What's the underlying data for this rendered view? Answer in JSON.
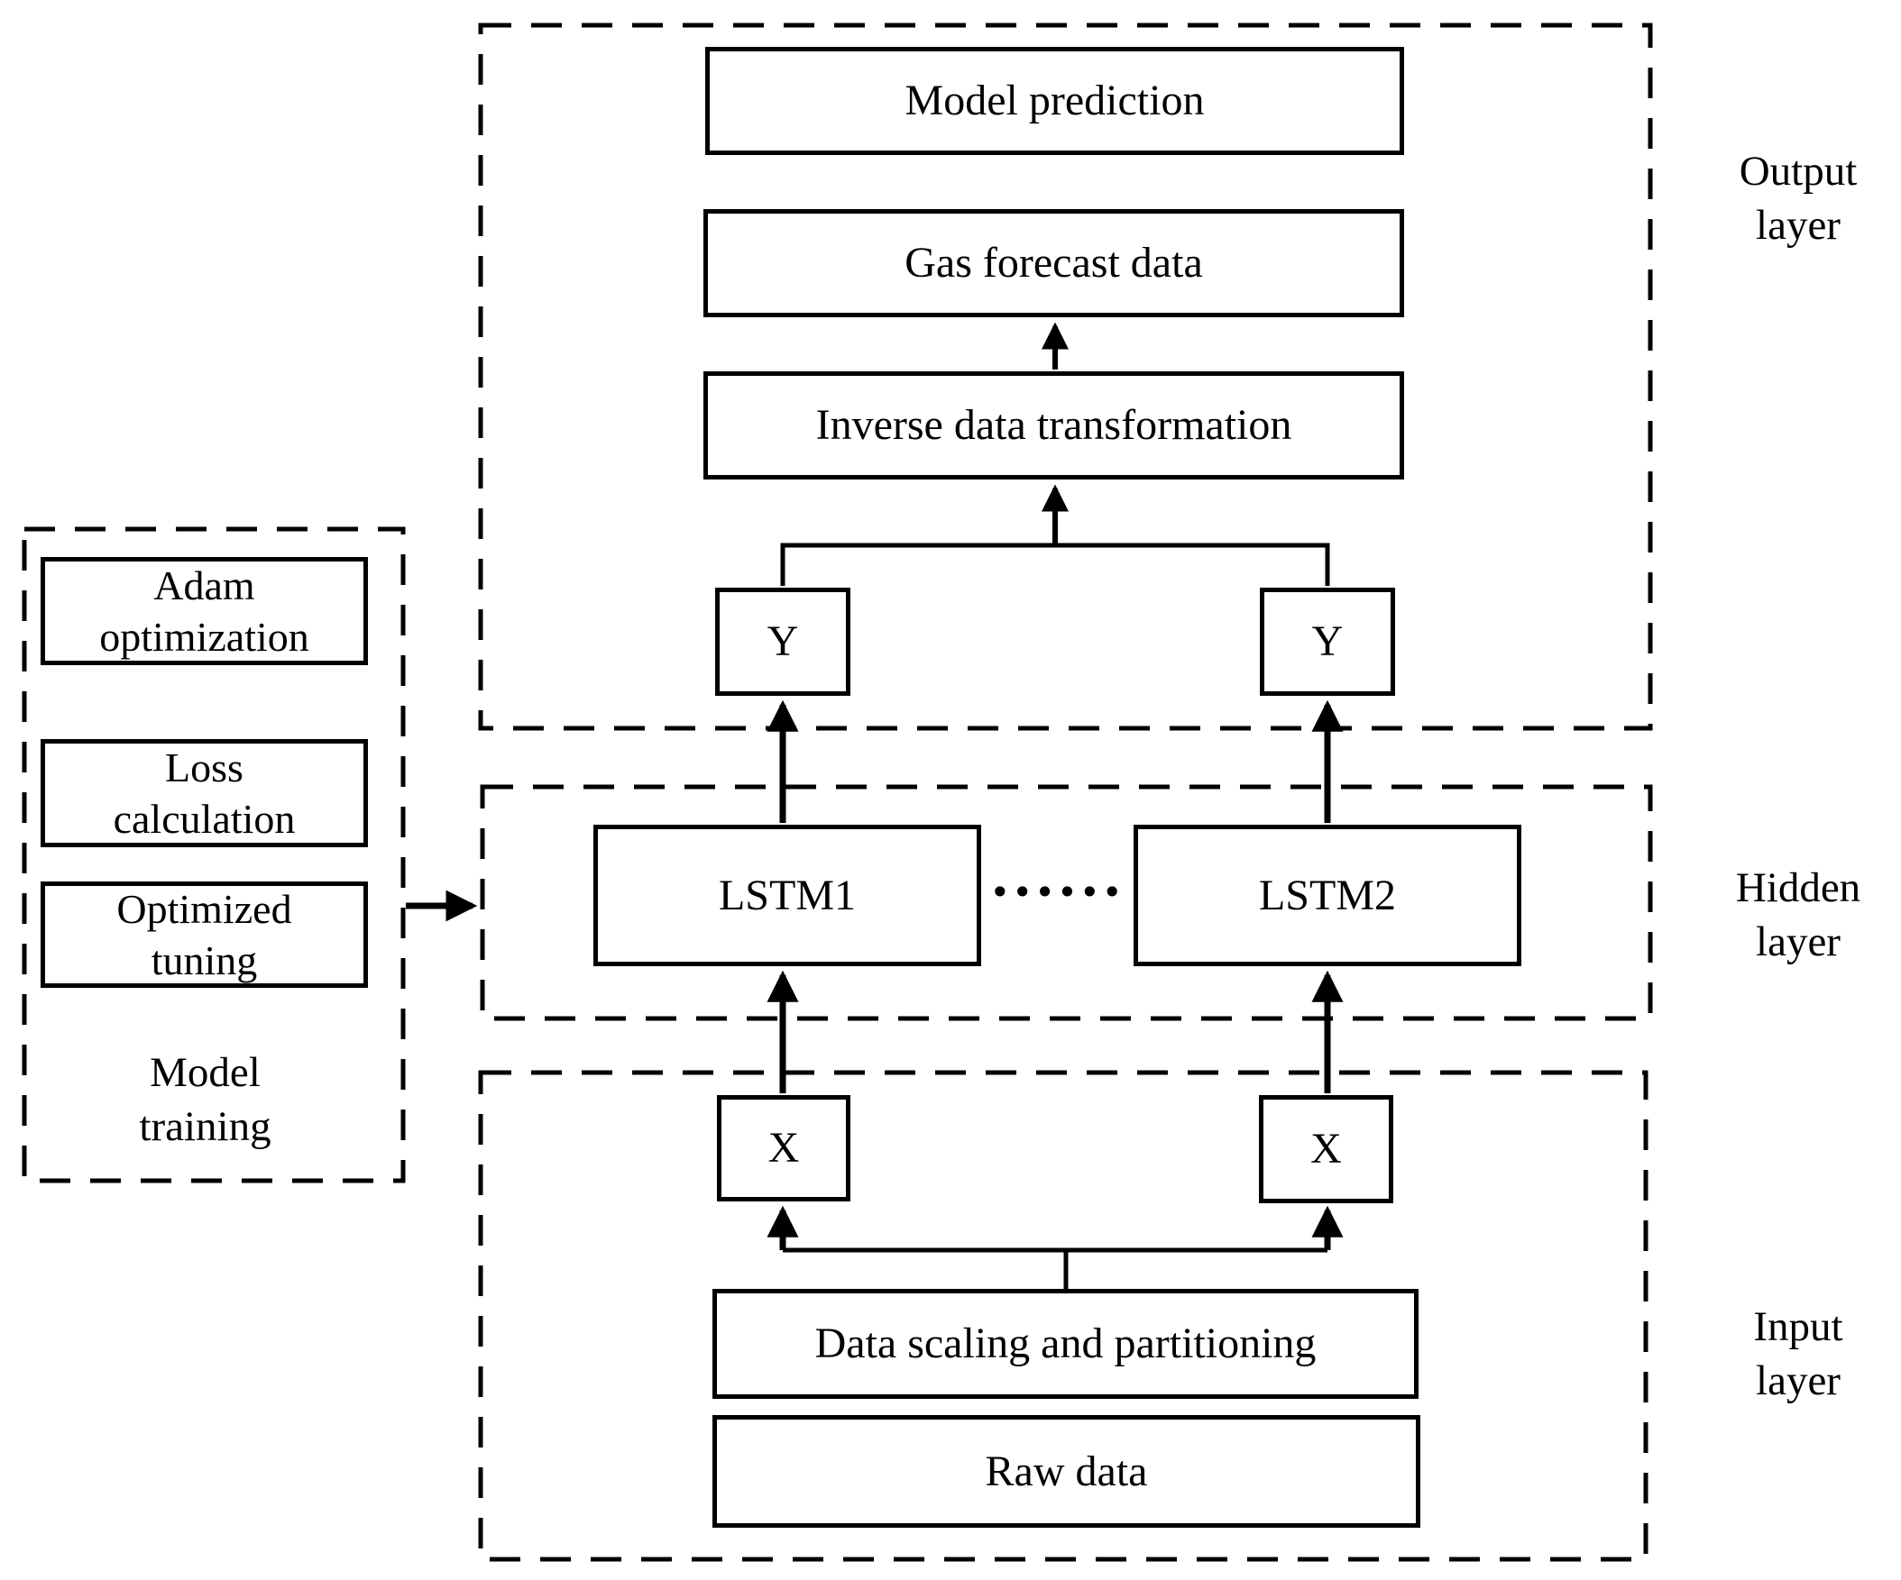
{
  "figure": {
    "background": "#ffffff",
    "line_color": "#000000",
    "layer_labels": {
      "output": "Output\nlayer",
      "hidden": "Hidden\nlayer",
      "input": "Input\nlayer"
    },
    "output_layer": {
      "model_prediction": "Model prediction",
      "gas_forecast": "Gas forecast data",
      "inverse_transformation": "Inverse data transformation",
      "y_left": "Y",
      "y_right": "Y"
    },
    "hidden_layer": {
      "lstm1": "LSTM1",
      "lstm2": "LSTM2",
      "ellipsis": "······"
    },
    "input_layer": {
      "x_left": "X",
      "x_right": "X",
      "data_scaling": "Data scaling and partitioning",
      "raw_data": "Raw data"
    },
    "model_training": {
      "adam": "Adam\noptimization",
      "loss": "Loss\ncalculation",
      "tuning": "Optimized\ntuning",
      "label": "Model\ntraining"
    }
  }
}
